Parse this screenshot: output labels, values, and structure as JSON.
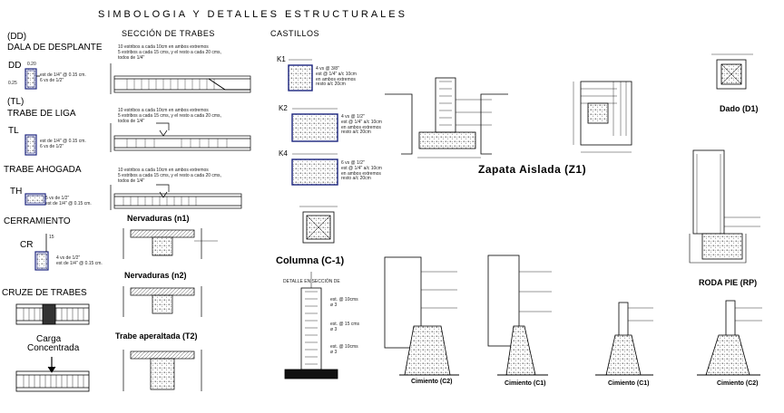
{
  "title": "SIMBOLOGIA Y DETALLES ESTRUCTURALES",
  "symbology": {
    "dd_code": "(DD)",
    "dd_name": "DALA DE DESPLANTE",
    "dd_tag": "DD",
    "tl_code": "(TL)",
    "tl_name": "TRABE DE LIGA",
    "tl_tag": "TL",
    "th_name": "TRABE AHOGADA",
    "th_tag": "TH",
    "cr_name": "CERRAMIENTO",
    "cr_tag": "CR",
    "cruce_name": "CRUZE DE TRABES",
    "carga_line1": "Carga",
    "carga_line2": "Concentrada",
    "note_est_a": "est de 1/4\" @ 0.15 cm.\n6 vs de 1/2\"",
    "note_est_b": "est de 1/4\" @ 0.15 cm.\n6 vs de 1/2\"",
    "note_th": "5 vs de 1/2\"\nest de 1/4\" @ 0.15 cm.",
    "note_cr": "4 vs de 1/2\"\nest de 1/4\" @ 0.15 cm.",
    "dim_20": "0.20",
    "dim_25": "0.25",
    "dim_15": "15"
  },
  "trabes": {
    "header": "SECCIÓN DE TRABES",
    "note_1": "10 estribos a cada 10cm en ambos extremos\n5 estribos a cada 15 cms, y el resto a cada 20 cms,\ntodos de 1/4\"",
    "note_2": "10 estribos a cada 10cm en ambos extremos\n5 estribos a cada 15 cms, y el resto a cada 20 cms,\ntodos de 1/4\"",
    "note_3": "10 estribos a cada 10cm en ambos extremos\n5 estribos a cada 15 cms, y el resto a cada 20 cms,\ntodos de 1/4\"",
    "nervaduras_1": "Nervaduras (n1)",
    "nervaduras_2": "Nervaduras (n2)",
    "trabe_aperaltada": "Trabe aperaltada (T2)"
  },
  "castillos": {
    "header": "CASTILLOS",
    "k1": "K1",
    "k2": "K2",
    "k4": "K4",
    "note_k1": "4 vs @ 3/8\"\nest @ 1/4\" a/c 10cm\nen ambos extremos\nresto a/c 20cm",
    "note_k2": "4 vs @ 1/2\"\nest @ 1/4\" a/c 10cm\nen ambos extremos\nresto a/c 20cm",
    "note_k4": "6 vs @ 1/2\"\nest @ 1/4\" a/c 10cm\nen ambos extremos\nresto a/c 20cm",
    "columna": "Columna (C-1)",
    "detalle_seccion": "DETALLE EN SECCIÓN DE",
    "est_a": "est. @ 10cms\nø 3",
    "est_b": "est. @ 15 cms\nø 3",
    "est_c": "est. @ 10cms\nø 3"
  },
  "footings": {
    "zapata": "Zapata Aislada (Z1)",
    "dado": "Dado (D1)",
    "roda_pie": "RODA PIE (RP)",
    "cimiento_c2": "Cimiento (C2)",
    "cimiento_c1_a": "Cimiento (C1)",
    "cimiento_c1_b": "Cimiento (C1)",
    "cimiento_c2_b": "Cimiento (C2)"
  }
}
